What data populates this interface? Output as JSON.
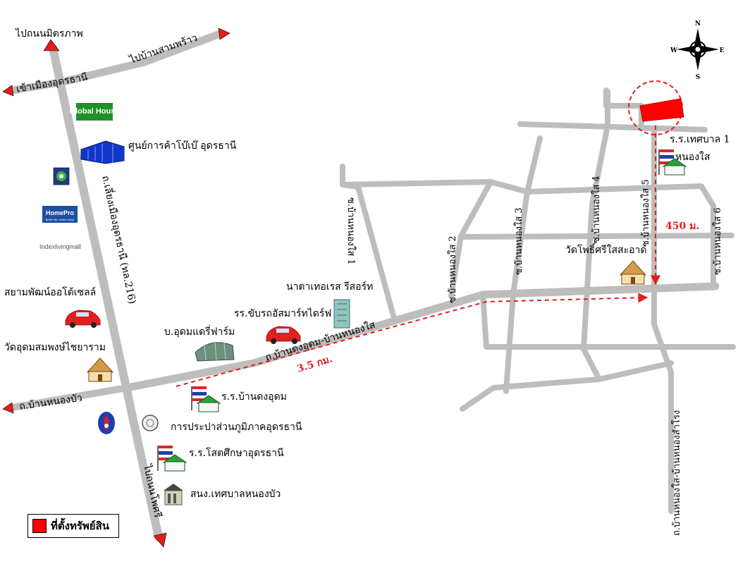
{
  "compass": {
    "n": "N",
    "s": "S",
    "e": "E",
    "w": "W"
  },
  "labels": {
    "to_mittraphap": "ไปถนนมิตรภาพ",
    "to_samphrao": "ไปบ้านสามพร้าว",
    "to_udon_city": "เข้าเมืองอุดรธานี",
    "hwy_216": "ถ.เลี่ยงเมืองอุดรธานี (ทล.216)",
    "to_nongbua": "ถ.บ้านหนองบัว",
    "to_phosri": "ไปถนนโพศรี",
    "main_road": "ถ.บ้านดงอุดม-บ้านหนองใส",
    "dist_35": "3.5 กม.",
    "dist_450": "450 ม.",
    "soi1": "ซ.บ้านหนองใส 1",
    "soi2": "ซ.บ้านหนองใส 2",
    "soi3": "ซ.บ้านหนองใส 3",
    "soi4": "ซ.บ้านหนองใส 4",
    "soi5": "ซ.บ้านหนองใส 5",
    "soi6": "ซ.บ้านหนองใส 6",
    "road_nongsai_nongsamrong": "ถ.บ้านหนองใส-บ้านหนองสำโรง"
  },
  "landmarks": {
    "global_house": "Global House",
    "bigc": "ศูนย์การค้าโบ๊เบ๊ อุดรธานี",
    "homepro": "HomePro",
    "homepro_tag": "Better life, better home",
    "index_living": "Indexlivingmall",
    "siam_motors": "สยามพัฒน์ออโต้เซลล์",
    "wat_udom": "วัดอุดมสมพงษ์ไชยาราม",
    "udom_dairy": "บ.อุดมแดรี่ฟาร์ม",
    "smart_drive": "รร.ขับรถอัสมาร์ทไดร์ฟ",
    "natalie_resort": "นาตาเทอเรส รีสอร์ท",
    "school_dongudom": "ร.ร.บ้านดงอุดม",
    "pwa": "การประปาส่วนภูมิภาคอุดรธานี",
    "school_sot": "ร.ร.โสตศึกษาอุดรธานี",
    "municipal_nongbua": "สนง.เทศบาลหนองบัว",
    "school_tessaban": "ร.ร.เทศบาล 1",
    "nongsai": "หนองใส",
    "wat_phosri": "วัดโพธิ์ศรีใสสะอาด"
  },
  "legend": {
    "label": "ที่ตั้งทรัพย์สิน"
  },
  "colors": {
    "road": "#bdbdbd",
    "arrow": "#e21d1d",
    "property": "#ff0000",
    "flag_red": "#d62828",
    "flag_blue": "#1c3faa",
    "building_green": "#2e9e3c"
  }
}
